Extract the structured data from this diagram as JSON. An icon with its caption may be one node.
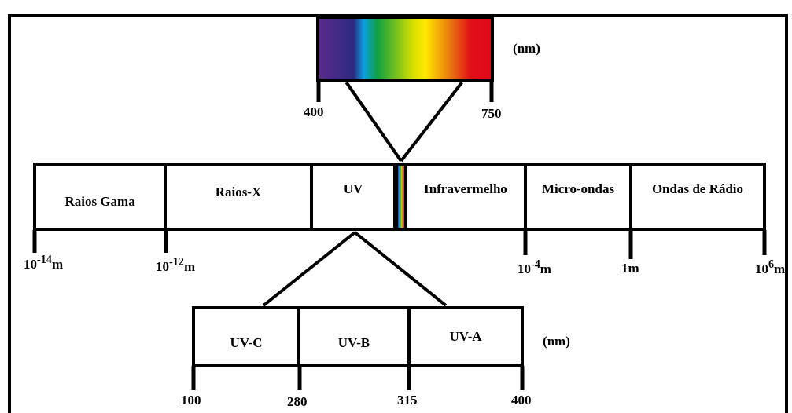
{
  "diagram": {
    "nodes": [
      {
        "text": [],
        "shape": "box"
      },
      {
        "text": [
          "Raios Gama"
        ]
      },
      {
        "text": [
          "Raios-X"
        ]
      },
      {
        "text": [
          "UV"
        ]
      },
      {
        "text": [],
        "shape": "box"
      },
      {
        "text": [
          "Infravermelho"
        ]
      },
      {
        "text": [
          "Micro-ondas"
        ]
      },
      {
        "text": [
          "Ondas de Rádio"
        ]
      },
      {
        "text": [
          "UV-C"
        ]
      },
      {
        "text": [
          "UV-B"
        ]
      },
      {
        "text": [
          "UV-A"
        ]
      }
    ],
    "edges": [
      {
        "from": 4,
        "to": 0,
        "arrow": "none"
      },
      {
        "from": 4,
        "to": 0,
        "arrow": "none"
      },
      {
        "from": 3,
        "to": 8,
        "arrow": "none"
      },
      {
        "from": 3,
        "to": 10,
        "arrow": "none"
      }
    ],
    "labels": [
      "(nm)",
      "400",
      "750",
      "10$^{-14}$m",
      "10$^{-12}$m",
      "10$^{-4}$m",
      "1m",
      "10$^{6}$m",
      "(nm)",
      "100",
      "280",
      "315",
      "400"
    ]
  }
}
